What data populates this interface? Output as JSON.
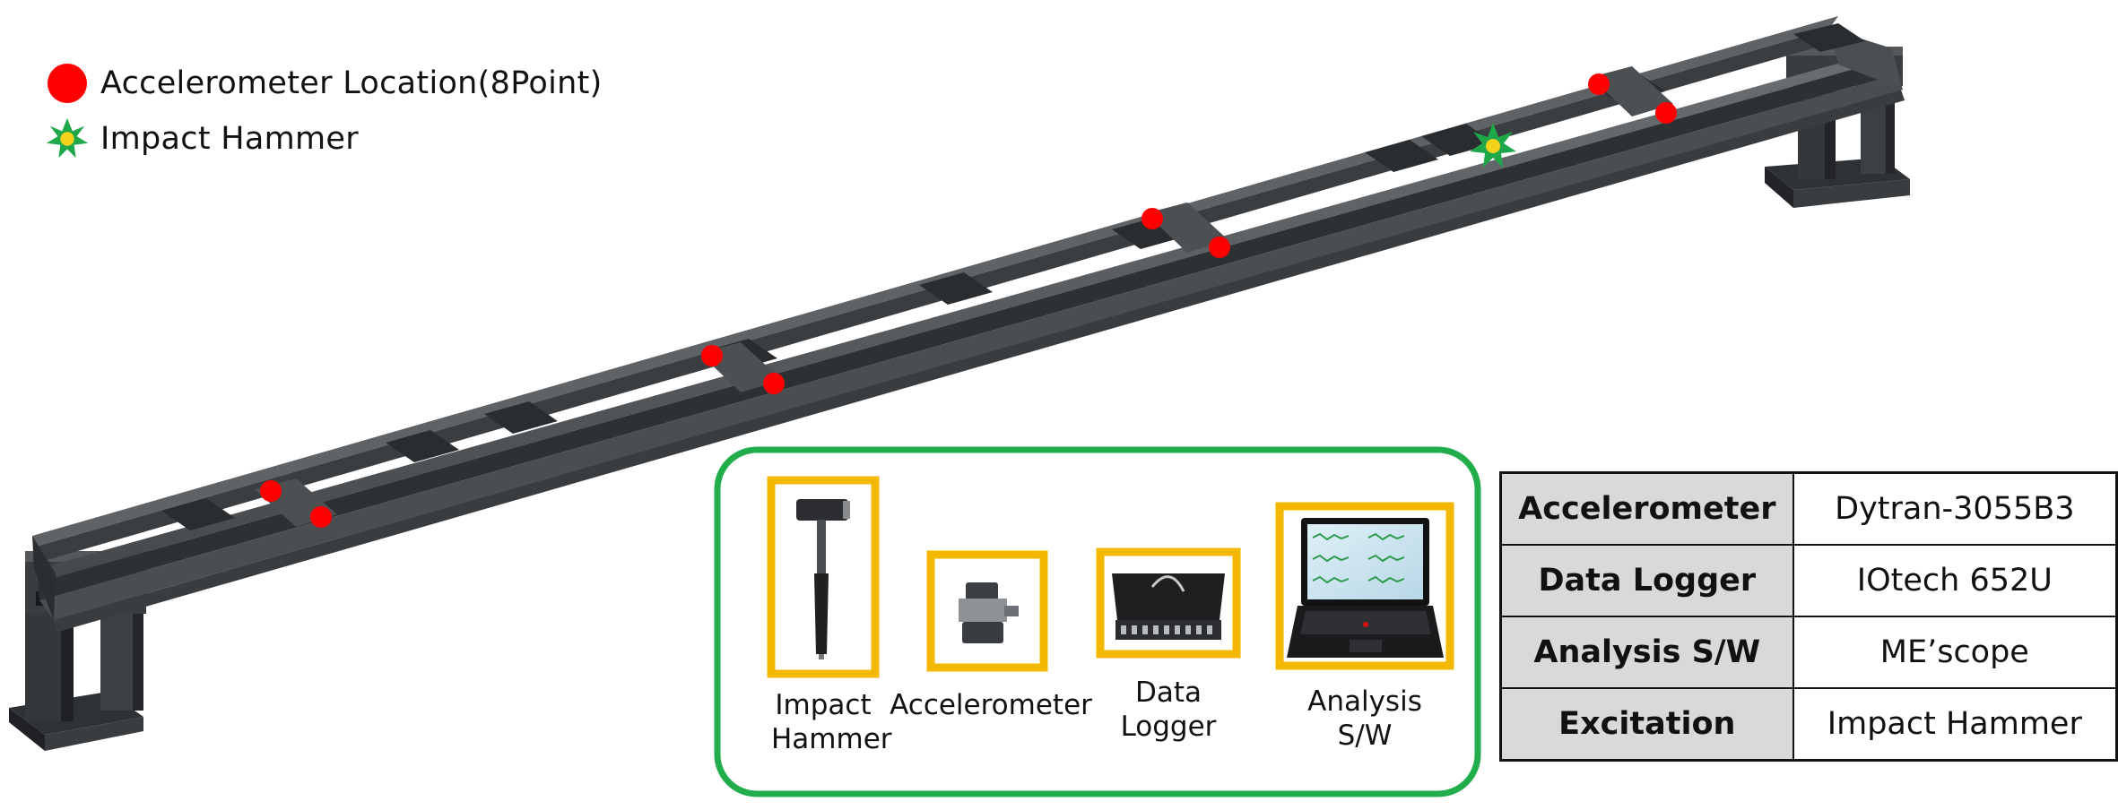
{
  "legend": {
    "accelerometer": "Accelerometer Location(8Point)",
    "hammer": "Impact Hammer"
  },
  "equipment": {
    "impact_hammer": [
      "Impact",
      "Hammer"
    ],
    "accelerometer": "Accelerometer",
    "data_logger": [
      "Data",
      "Logger"
    ],
    "analysis_sw": [
      "Analysis",
      "S/W"
    ]
  },
  "specs": [
    {
      "key": "Accelerometer",
      "value": "Dytran-3055B3"
    },
    {
      "key": "Data Logger",
      "value": "IOtech 652U"
    },
    {
      "key": "Analysis S/W",
      "value": "ME’scope"
    },
    {
      "key": "Excitation",
      "value": "Impact Hammer"
    }
  ],
  "colors": {
    "sensor_dot": "#ff0000",
    "hammer_star": "#1fa84a",
    "hammer_core": "#f5d21a",
    "frame_border": "#21ad4b",
    "highlight_box": "#f5b800",
    "steel_dark": "#3a3d40",
    "steel_mid": "#55595c"
  }
}
